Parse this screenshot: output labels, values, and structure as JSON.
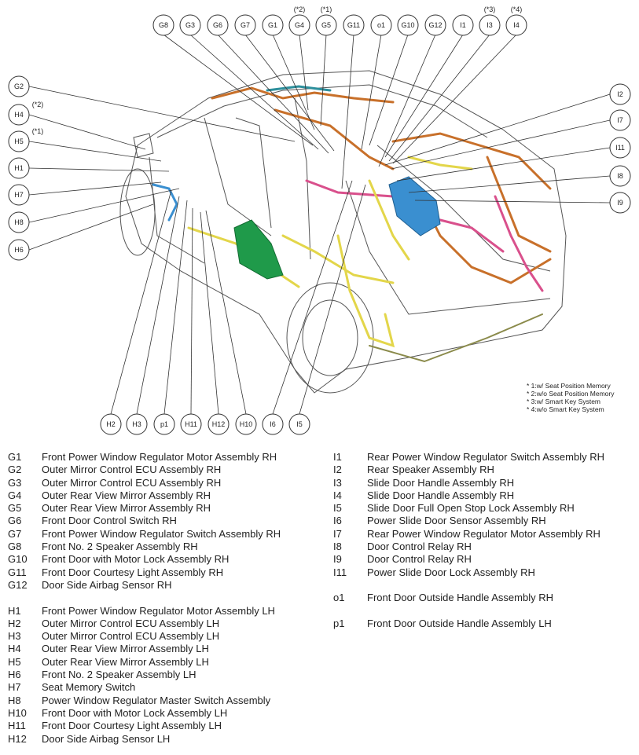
{
  "callouts_top": [
    {
      "code": "G8",
      "note": ""
    },
    {
      "code": "G3",
      "note": ""
    },
    {
      "code": "G6",
      "note": ""
    },
    {
      "code": "G7",
      "note": ""
    },
    {
      "code": "G1",
      "note": ""
    },
    {
      "code": "G4",
      "note": "(*2)"
    },
    {
      "code": "G5",
      "note": "(*1)"
    },
    {
      "code": "G11",
      "note": ""
    },
    {
      "code": "o1",
      "note": ""
    },
    {
      "code": "G10",
      "note": ""
    },
    {
      "code": "G12",
      "note": ""
    },
    {
      "code": "I1",
      "note": ""
    },
    {
      "code": "I3",
      "note": "(*3)"
    },
    {
      "code": "I4",
      "note": "(*4)"
    }
  ],
  "callouts_left": [
    {
      "code": "G2",
      "note": ""
    },
    {
      "code": "H4",
      "note": "(*2)"
    },
    {
      "code": "H5",
      "note": "(*1)"
    },
    {
      "code": "H1",
      "note": ""
    },
    {
      "code": "H7",
      "note": ""
    },
    {
      "code": "H8",
      "note": ""
    },
    {
      "code": "H6",
      "note": ""
    }
  ],
  "callouts_right": [
    {
      "code": "I2"
    },
    {
      "code": "I7"
    },
    {
      "code": "I11"
    },
    {
      "code": "I8"
    },
    {
      "code": "I9"
    }
  ],
  "callouts_bottom": [
    {
      "code": "H2"
    },
    {
      "code": "H3"
    },
    {
      "code": "p1"
    },
    {
      "code": "H11"
    },
    {
      "code": "H12"
    },
    {
      "code": "H10"
    },
    {
      "code": "I6"
    },
    {
      "code": "I5"
    }
  ],
  "footnotes": [
    "* 1:w/ Seat Position Memory",
    "* 2:w/o Seat Position Memory",
    "* 3:w/ Smart Key System",
    "* 4:w/o Smart Key System"
  ],
  "legend_left": [
    {
      "code": "G1",
      "label": "Front Power Window Regulator Motor Assembly RH"
    },
    {
      "code": "G2",
      "label": "Outer Mirror Control ECU Assembly RH"
    },
    {
      "code": "G3",
      "label": "Outer Mirror Control ECU Assembly RH"
    },
    {
      "code": "G4",
      "label": "Outer Rear View Mirror Assembly RH"
    },
    {
      "code": "G5",
      "label": "Outer Rear View Mirror Assembly RH"
    },
    {
      "code": "G6",
      "label": "Front Door Control Switch RH"
    },
    {
      "code": "G7",
      "label": "Front Power Window Regulator Switch Assembly RH"
    },
    {
      "code": "G8",
      "label": "Front No. 2 Speaker Assembly RH"
    },
    {
      "code": "G10",
      "label": "Front Door with Motor Lock Assembly RH"
    },
    {
      "code": "G11",
      "label": "Front Door Courtesy Light Assembly RH"
    },
    {
      "code": "G12",
      "label": "Door Side Airbag Sensor RH"
    },
    {
      "code": "",
      "label": ""
    },
    {
      "code": "H1",
      "label": "Front Power Window Regulator Motor Assembly LH"
    },
    {
      "code": "H2",
      "label": "Outer Mirror Control ECU Assembly LH"
    },
    {
      "code": "H3",
      "label": "Outer Mirror Control ECU Assembly LH"
    },
    {
      "code": "H4",
      "label": "Outer Rear View Mirror Assembly LH"
    },
    {
      "code": "H5",
      "label": "Outer Rear View Mirror Assembly LH"
    },
    {
      "code": "H6",
      "label": "Front No. 2 Speaker Assembly LH"
    },
    {
      "code": "H7",
      "label": "Seat Memory Switch"
    },
    {
      "code": "H8",
      "label": "Power Window Regulator Master Switch Assembly"
    },
    {
      "code": "H10",
      "label": "Front Door with Motor Lock Assembly LH"
    },
    {
      "code": "H11",
      "label": "Front Door Courtesy Light Assembly LH"
    },
    {
      "code": "H12",
      "label": "Door Side Airbag Sensor LH"
    }
  ],
  "legend_right": [
    {
      "code": "I1",
      "label": "Rear Power Window Regulator Switch Assembly RH"
    },
    {
      "code": "I2",
      "label": "Rear Speaker Assembly RH"
    },
    {
      "code": "I3",
      "label": "Slide Door Handle Assembly RH"
    },
    {
      "code": "I4",
      "label": "Slide Door Handle Assembly RH"
    },
    {
      "code": "I5",
      "label": "Slide Door Full Open Stop Lock Assembly RH"
    },
    {
      "code": "I6",
      "label": "Power Slide Door Sensor Assembly RH"
    },
    {
      "code": "I7",
      "label": "Rear Power Window Regulator Motor Assembly RH"
    },
    {
      "code": "I8",
      "label": "Door Control Relay RH"
    },
    {
      "code": "I9",
      "label": "Door Control Relay RH"
    },
    {
      "code": "I11",
      "label": "Power Slide Door Lock Assembly RH"
    },
    {
      "code": "",
      "label": ""
    },
    {
      "code": "o1",
      "label": "Front Door Outside Handle Assembly RH"
    },
    {
      "code": "",
      "label": ""
    },
    {
      "code": "p1",
      "label": "Front Door Outside Handle Assembly LH"
    }
  ],
  "colors": {
    "orange": "#c8702a",
    "yellow": "#e3d64a",
    "pink": "#d9508c",
    "green": "#1f9a4a",
    "blue": "#3a8fd0",
    "teal": "#2d8f9c",
    "outline": "#555555"
  }
}
